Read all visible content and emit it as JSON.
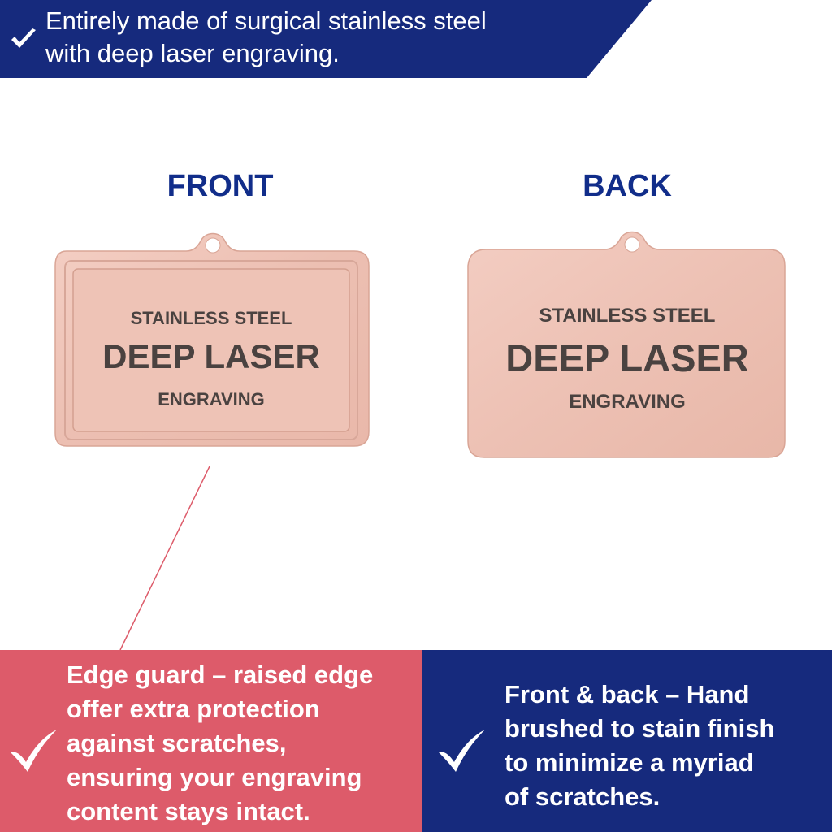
{
  "banner": {
    "line1": "Entirely made of surgical stainless steel",
    "line2": "with deep laser engraving.",
    "color": "#162a7d"
  },
  "front": {
    "title": "FRONT",
    "engraving_line1": "STAINLESS STEEL",
    "engraving_line2": "DEEP LASER",
    "engraving_line3": "ENGRAVING"
  },
  "back": {
    "title": "BACK",
    "engraving_line1": "STAINLESS STEEL",
    "engraving_line2": "DEEP LASER",
    "engraving_line3": "ENGRAVING"
  },
  "edge_panel": {
    "line1": "Edge guard – raised edge",
    "line2": "offer extra protection",
    "line3": "against scratches,",
    "line4": "ensuring your engraving",
    "line5": "content stays intact.",
    "color": "#dd5b6a"
  },
  "finish_panel": {
    "line1": "Front & back – Hand",
    "line2": "brushed to stain finish",
    "line3": "to minimize a myriad",
    "line4": "of scratches.",
    "color": "#162a7d"
  },
  "icons": {
    "check": "checkmark-icon"
  }
}
